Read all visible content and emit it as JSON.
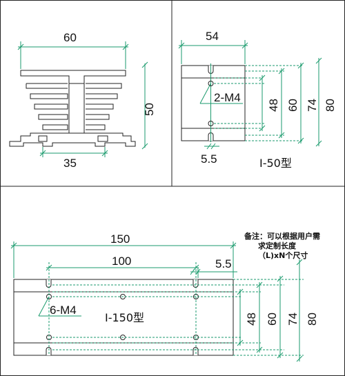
{
  "top_left": {
    "width_dim": "60",
    "height_dim": "50",
    "base_dim": "35"
  },
  "top_right": {
    "width_dim": "54",
    "hole_label": "2-M4",
    "dim_48": "48",
    "dim_60": "60",
    "dim_74": "74",
    "dim_80": "80",
    "offset_dim": "5.5",
    "model_label": "I-50型"
  },
  "bottom": {
    "length_dim": "150",
    "pitch_dim": "100",
    "offset_dim": "5.5",
    "hole_label": "6-M4",
    "model_label": "I-150型",
    "dim_48": "48",
    "dim_60": "60",
    "dim_74": "74",
    "dim_80": "80",
    "note_line1": "备注：可以根据用户需",
    "note_line2": "求定制长度",
    "note_line3": "（L)xN个尺寸"
  },
  "colors": {
    "dimension_line": "#1a9a6c",
    "outline": "#222222"
  }
}
